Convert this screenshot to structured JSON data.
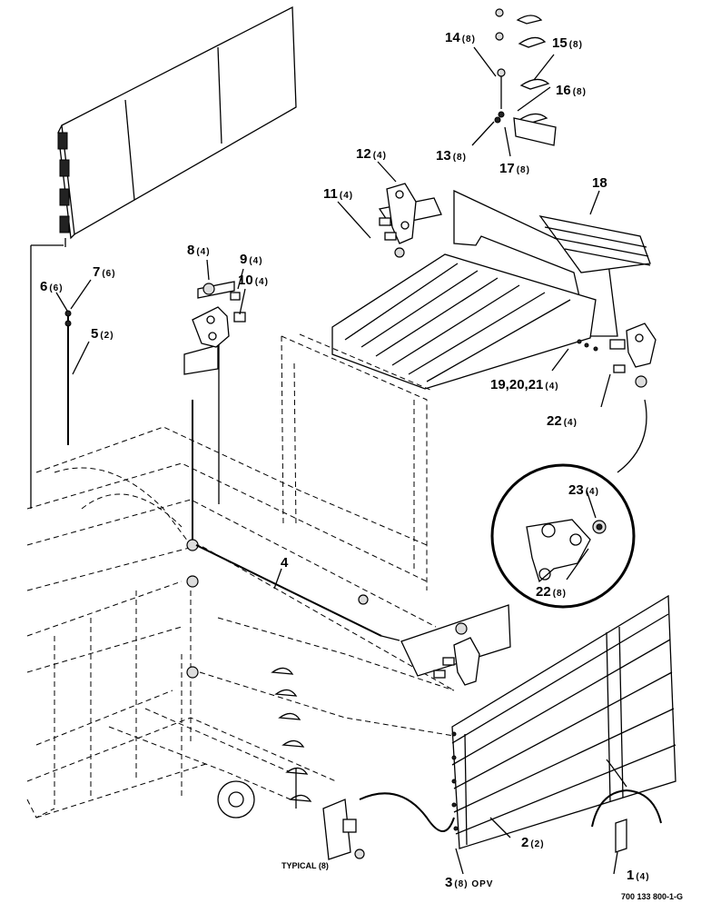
{
  "callouts": [
    {
      "num": "1",
      "qty": "(4)"
    },
    {
      "num": "2",
      "qty": "(2)"
    },
    {
      "num": "3",
      "qty": "(8) OPV"
    },
    {
      "num": "4",
      "qty": ""
    },
    {
      "num": "5",
      "qty": "(2)"
    },
    {
      "num": "6",
      "qty": "(6)"
    },
    {
      "num": "7",
      "qty": "(6)"
    },
    {
      "num": "8",
      "qty": "(4)"
    },
    {
      "num": "9",
      "qty": "(4)"
    },
    {
      "num": "10",
      "qty": "(4)"
    },
    {
      "num": "11",
      "qty": "(4)"
    },
    {
      "num": "12",
      "qty": "(4)"
    },
    {
      "num": "13",
      "qty": "(8)"
    },
    {
      "num": "14",
      "qty": "(8)"
    },
    {
      "num": "15",
      "qty": "(8)"
    },
    {
      "num": "16",
      "qty": "(8)"
    },
    {
      "num": "17",
      "qty": "(8)"
    },
    {
      "num": "18",
      "qty": ""
    },
    {
      "num": "19,20,21",
      "qty": "(4)"
    },
    {
      "num": "22",
      "qty": "(4)"
    },
    {
      "num": "23",
      "qty": "(4)"
    },
    {
      "num": "22",
      "qty": "(8)"
    }
  ],
  "note_typical": "TYPICAL (8)",
  "drawing_number": "700 133 800-1-G"
}
